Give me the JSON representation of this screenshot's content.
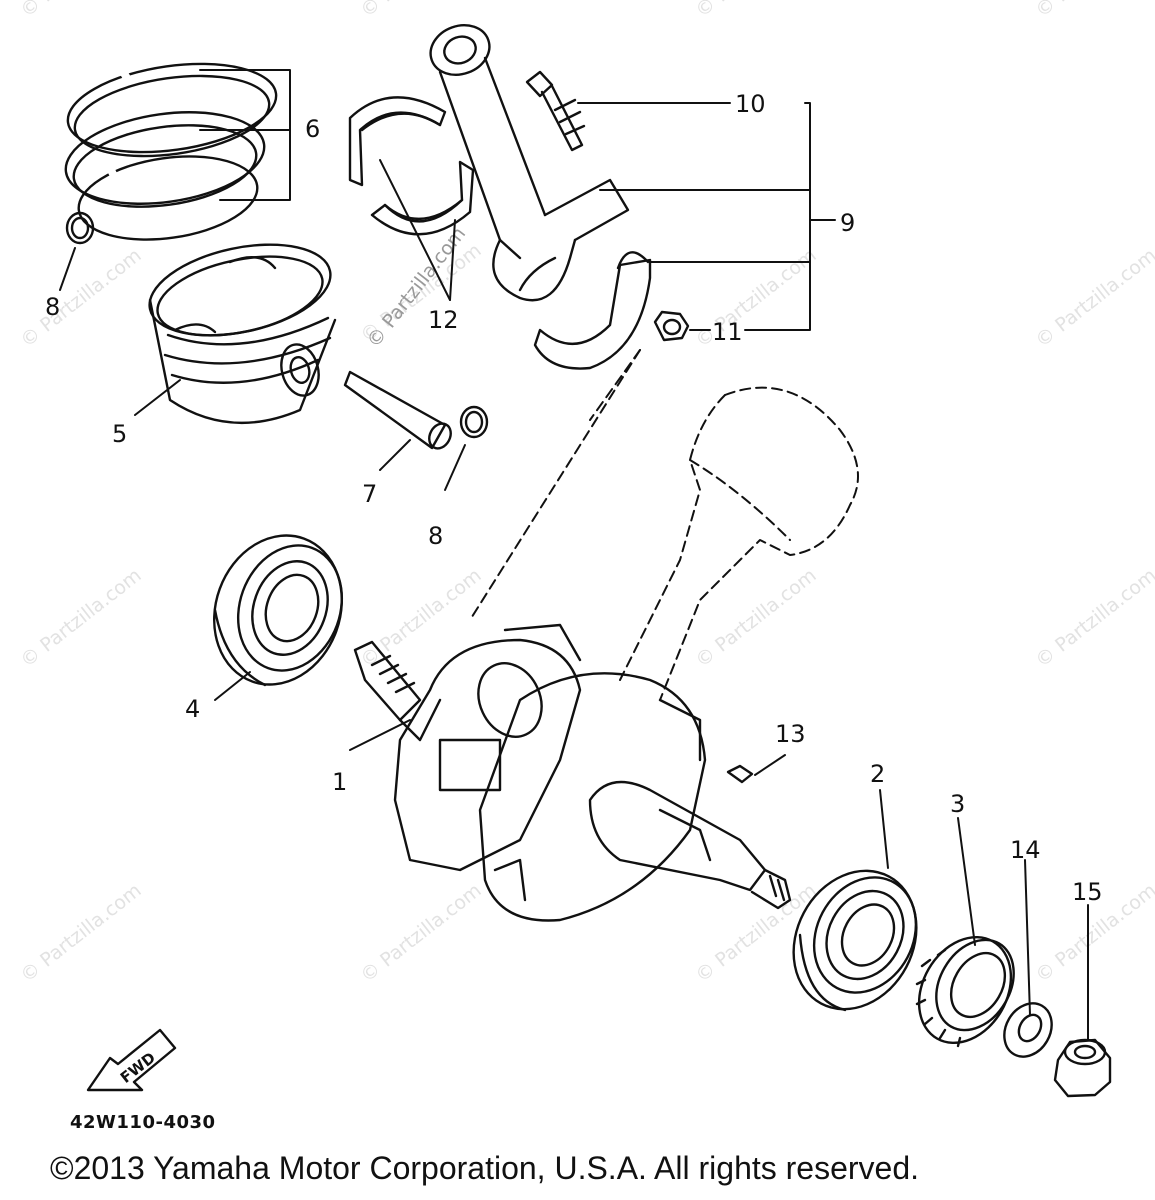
{
  "watermark": "© Partzilla.com",
  "callouts": [
    {
      "id": "1",
      "label": "1"
    },
    {
      "id": "2",
      "label": "2"
    },
    {
      "id": "3",
      "label": "3"
    },
    {
      "id": "4",
      "label": "4"
    },
    {
      "id": "5",
      "label": "5"
    },
    {
      "id": "6",
      "label": "6"
    },
    {
      "id": "7",
      "label": "7"
    },
    {
      "id": "8a",
      "label": "8"
    },
    {
      "id": "8b",
      "label": "8"
    },
    {
      "id": "9",
      "label": "9"
    },
    {
      "id": "10",
      "label": "10"
    },
    {
      "id": "11",
      "label": "11"
    },
    {
      "id": "12",
      "label": "12"
    },
    {
      "id": "13",
      "label": "13"
    },
    {
      "id": "14",
      "label": "14"
    },
    {
      "id": "15",
      "label": "15"
    }
  ],
  "fwd_label": "FWD",
  "diagram_code": "42W110-4030",
  "copyright": "©2013 Yamaha Motor Corporation, U.S.A. All rights reserved."
}
